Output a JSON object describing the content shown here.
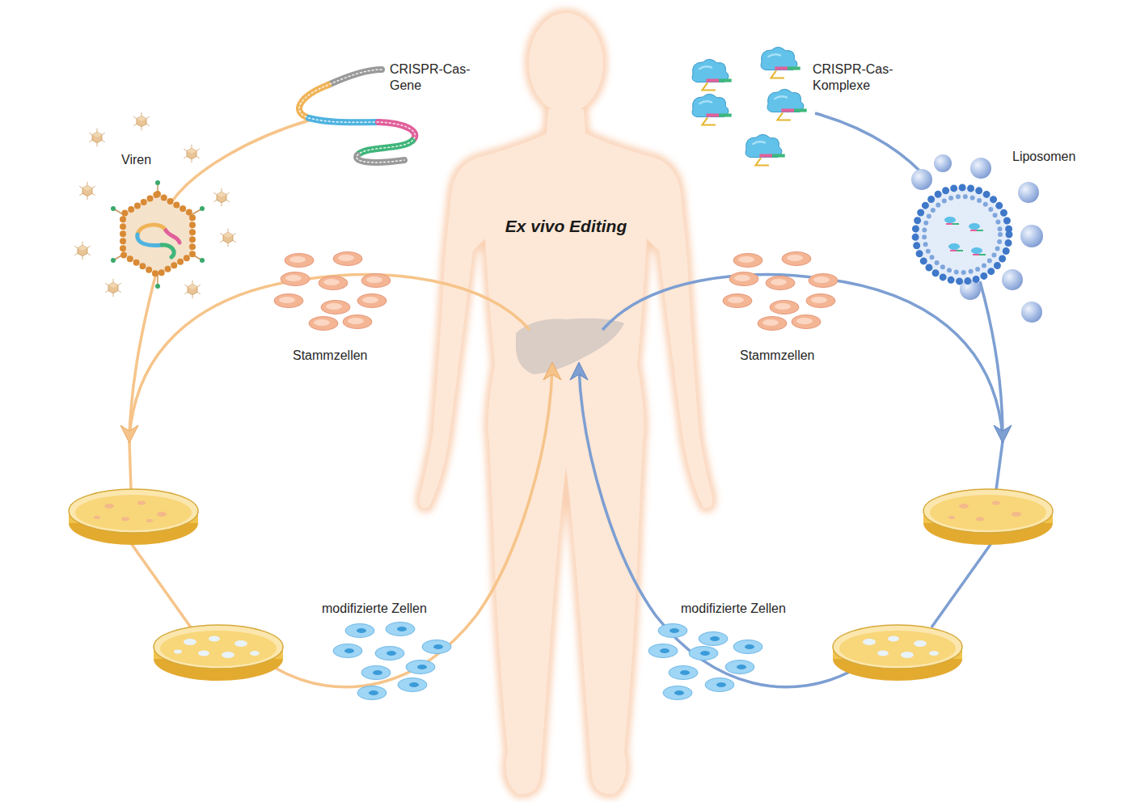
{
  "diagram": {
    "title": "Ex vivo Editing",
    "labels": [
      "CRISPR-Cas-Gene",
      "Viren",
      "Stammzellen",
      "modifizierte Zellen",
      "CRISPR-Cas-Komplexe",
      "Liposomen",
      "Stammzellen",
      "modifizierte Zellen"
    ]
  }
}
